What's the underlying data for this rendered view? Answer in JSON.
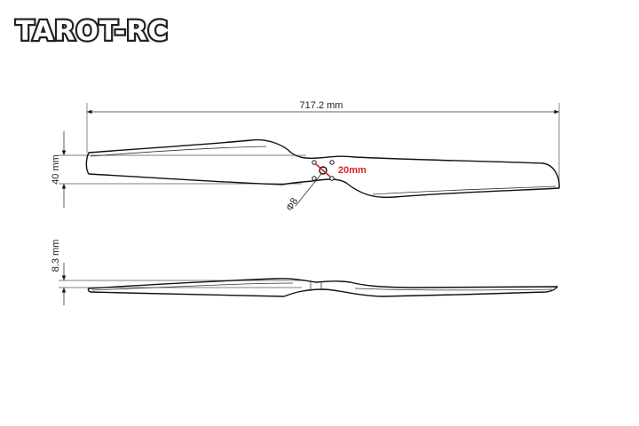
{
  "logo": {
    "text": "TAROT-RC"
  },
  "top_view": {
    "length_label": "717.2 mm",
    "width_label": "40 mm",
    "hole_spacing_label": "20mm",
    "shaft_diameter_label": "Φ8"
  },
  "side_view": {
    "thickness_label": "8.3 mm"
  },
  "colors": {
    "line": "#111111",
    "accent": "#e02020",
    "background": "#ffffff"
  }
}
